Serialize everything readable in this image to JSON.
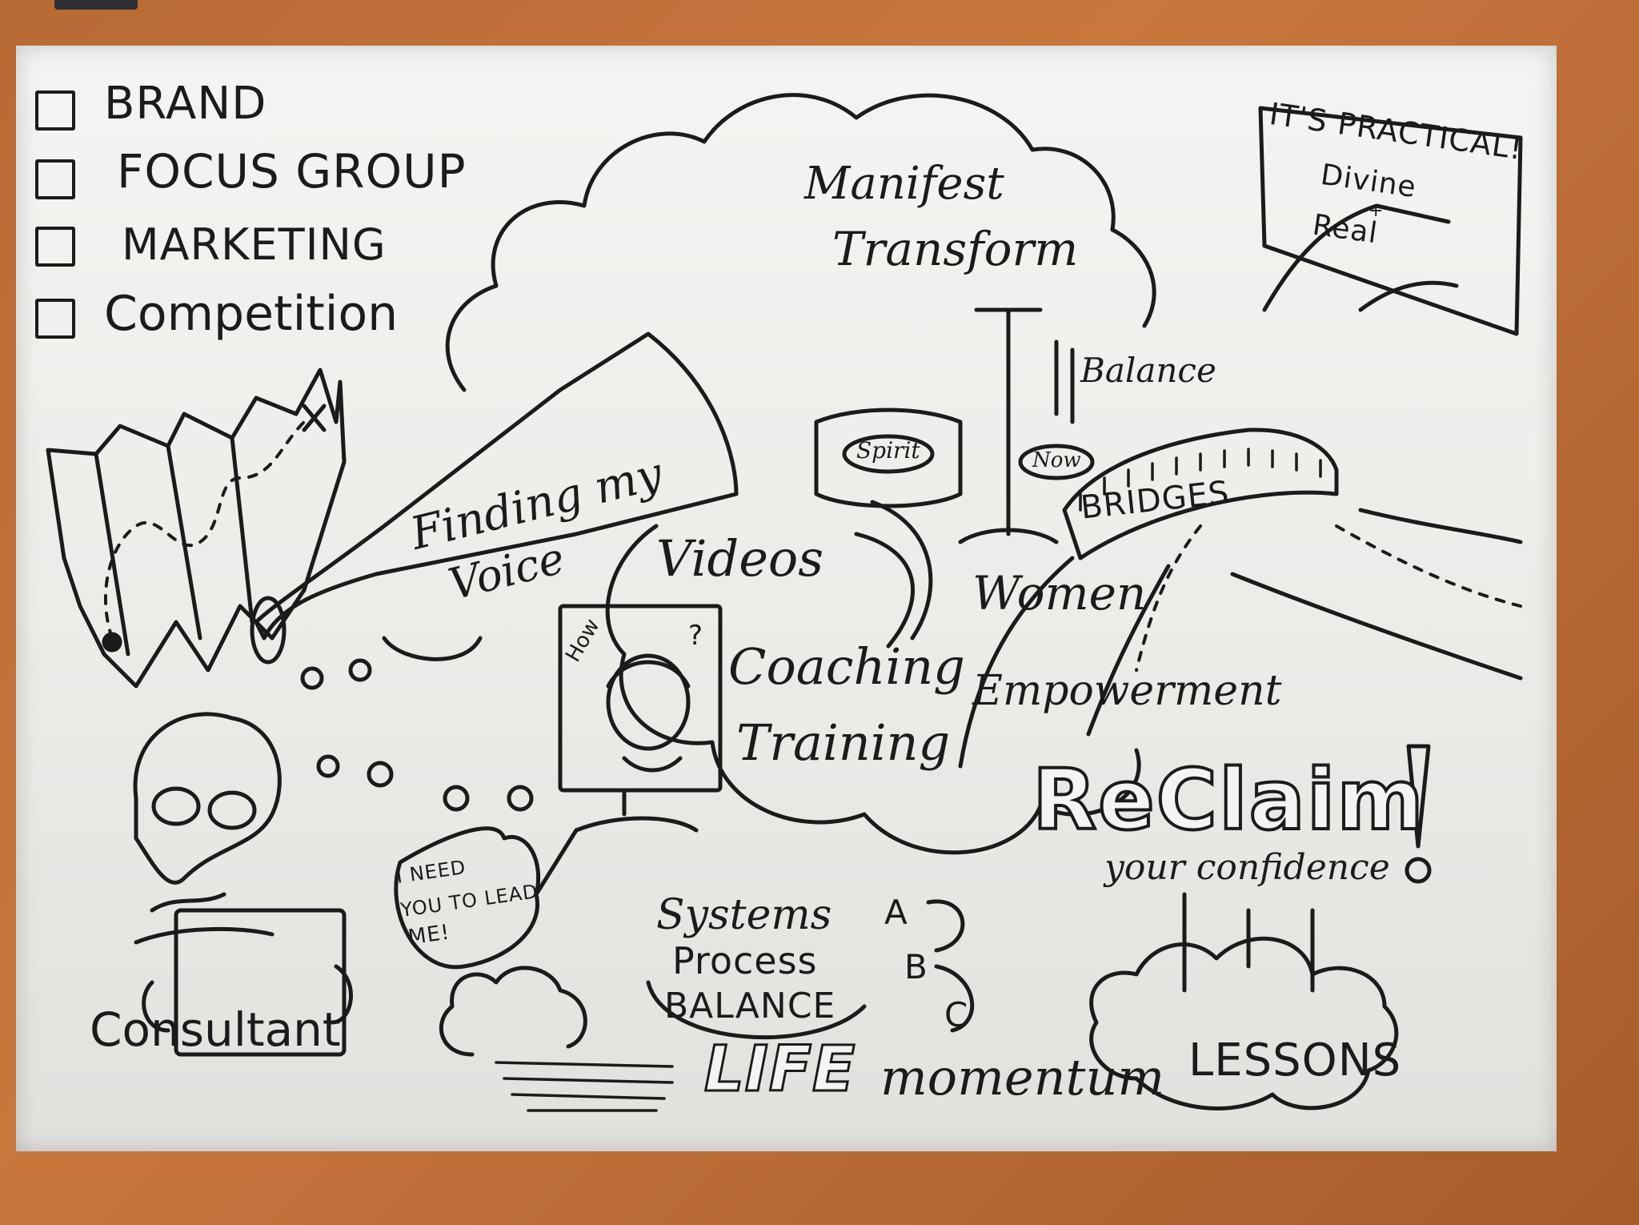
{
  "checklist": [
    "BRAND",
    "FOCUS GROUP",
    "MARKETING",
    "Competition"
  ],
  "megaphone_text": [
    "Finding my",
    "Voice"
  ],
  "cloud_words": [
    "Manifest",
    "Transform"
  ],
  "scale_labels": {
    "left": "Spirit",
    "right": "Now",
    "balance": "Balance"
  },
  "bridge_label": "BRIDGES",
  "sign": {
    "line1": "IT'S PRACTICAL!",
    "line2": "Divine",
    "line3": "+",
    "line4": "Real"
  },
  "center_words": [
    "Videos",
    "Coaching",
    "Training"
  ],
  "screen_label": "How",
  "screen_mark": "?",
  "road_words": [
    "Women",
    "Empowerment"
  ],
  "speech_bubble": [
    "I NEED",
    "YOU TO LEAD",
    "ME!"
  ],
  "consultant_label": "Consultant",
  "reclaim": {
    "title": "ReClaim",
    "exclaim": "!",
    "subtitle": "your confidence"
  },
  "systems": [
    "Systems",
    "Process",
    "BALANCE"
  ],
  "abc": [
    "A",
    "B",
    "C"
  ],
  "life": "LIFE",
  "momentum": "momentum",
  "lessons": "LESSONS"
}
